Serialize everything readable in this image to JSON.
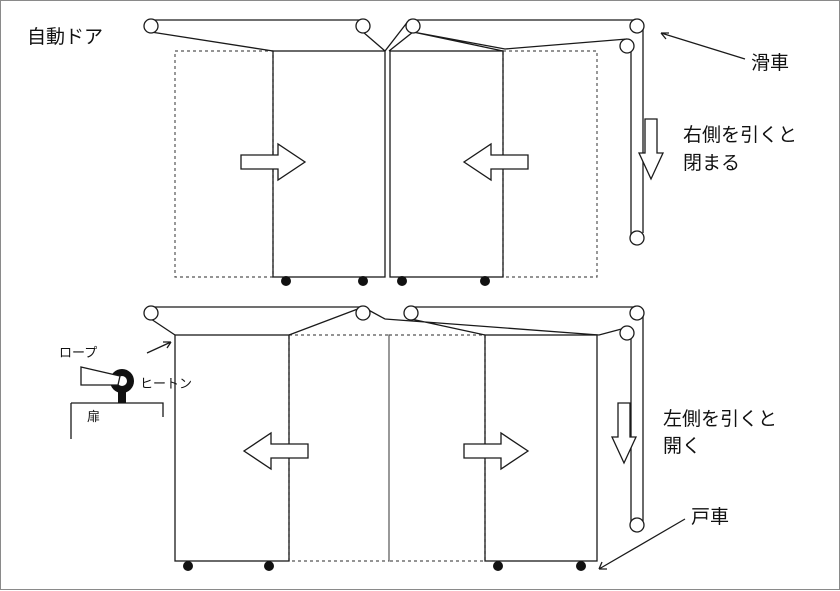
{
  "labels": {
    "title": "自動ドア",
    "pulley": "滑車",
    "close_line1": "右側を引くと",
    "close_line2": "閉まる",
    "open_line1": "左側を引くと",
    "open_line2": "開く",
    "door_wheel": "戸車",
    "rope": "ロープ",
    "hiton": "ヒートン",
    "door": "扉"
  },
  "colors": {
    "line": "#1a1a1a",
    "dashed": "#555555",
    "background": "#ffffff"
  }
}
